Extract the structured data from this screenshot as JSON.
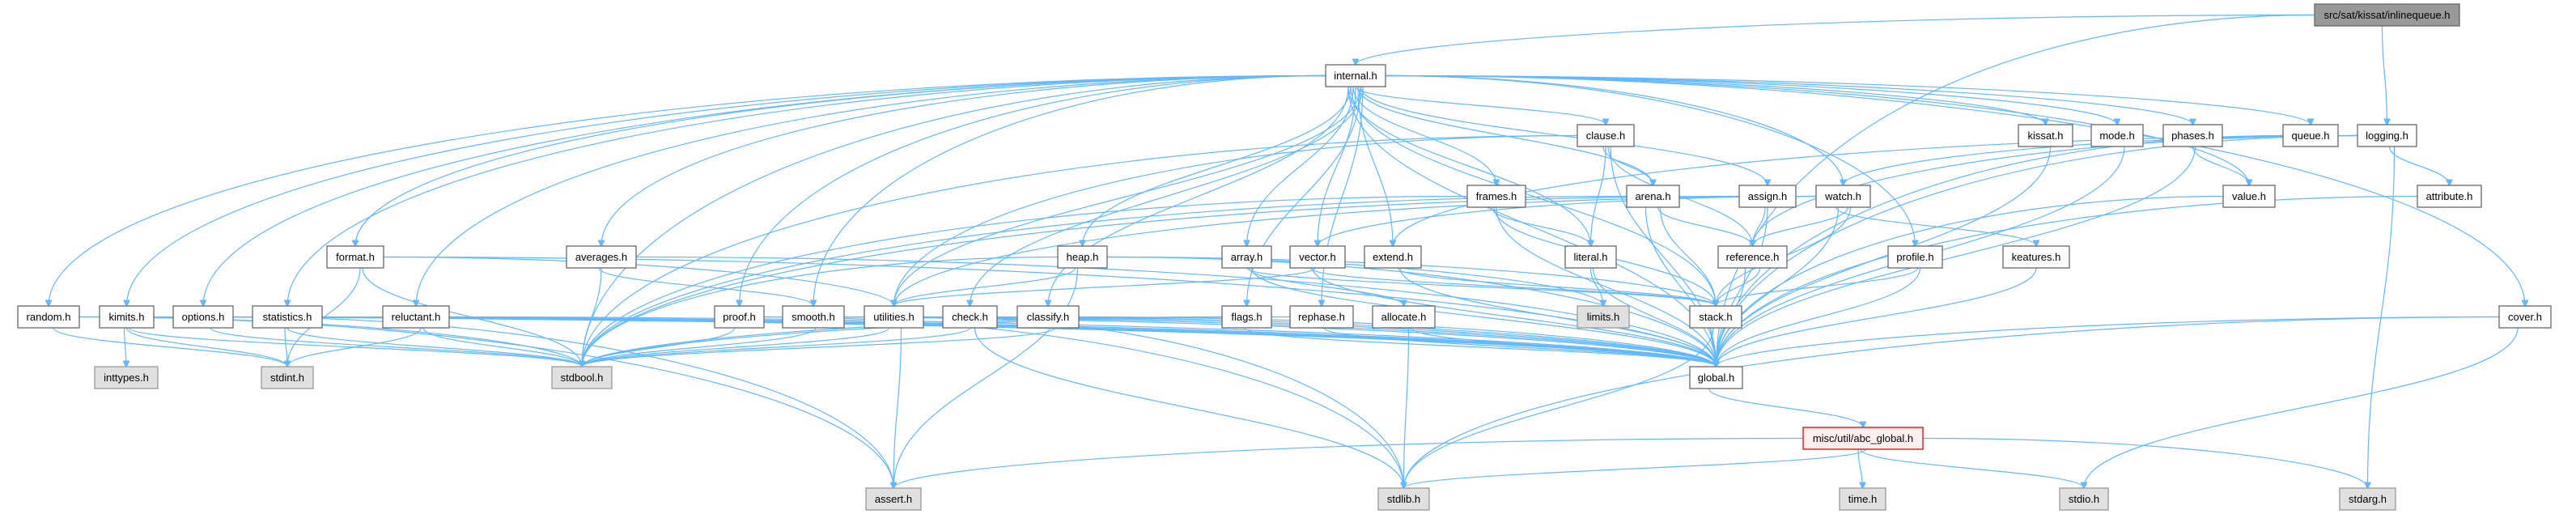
{
  "title": "src/sat/kissat/inlinequeue.h",
  "colors": {
    "edge": "#63b8ff",
    "root_fill": "#999999",
    "system_fill": "#e0e0e0",
    "highlight_border": "#ff0000"
  },
  "nodes": {
    "inlinequeue": {
      "label": "src/sat/kissat/inlinequeue.h",
      "kind": "root"
    },
    "internal": {
      "label": "internal.h",
      "kind": "local"
    },
    "clause": {
      "label": "clause.h",
      "kind": "local"
    },
    "kissat": {
      "label": "kissat.h",
      "kind": "local"
    },
    "mode": {
      "label": "mode.h",
      "kind": "local"
    },
    "phases": {
      "label": "phases.h",
      "kind": "local"
    },
    "queue": {
      "label": "queue.h",
      "kind": "local"
    },
    "logging": {
      "label": "logging.h",
      "kind": "local"
    },
    "frames": {
      "label": "frames.h",
      "kind": "local"
    },
    "arena": {
      "label": "arena.h",
      "kind": "local"
    },
    "assign": {
      "label": "assign.h",
      "kind": "local"
    },
    "watch": {
      "label": "watch.h",
      "kind": "local"
    },
    "value": {
      "label": "value.h",
      "kind": "local"
    },
    "attribute": {
      "label": "attribute.h",
      "kind": "local"
    },
    "format": {
      "label": "format.h",
      "kind": "local"
    },
    "averages": {
      "label": "averages.h",
      "kind": "local"
    },
    "heap": {
      "label": "heap.h",
      "kind": "local"
    },
    "array": {
      "label": "array.h",
      "kind": "local"
    },
    "vector": {
      "label": "vector.h",
      "kind": "local"
    },
    "extend": {
      "label": "extend.h",
      "kind": "local"
    },
    "literal": {
      "label": "literal.h",
      "kind": "local"
    },
    "reference": {
      "label": "reference.h",
      "kind": "local"
    },
    "profile": {
      "label": "profile.h",
      "kind": "local"
    },
    "keatures": {
      "label": "keatures.h",
      "kind": "local"
    },
    "random": {
      "label": "random.h",
      "kind": "local"
    },
    "kimits": {
      "label": "kimits.h",
      "kind": "local"
    },
    "options": {
      "label": "options.h",
      "kind": "local"
    },
    "statistics": {
      "label": "statistics.h",
      "kind": "local"
    },
    "reluctant": {
      "label": "reluctant.h",
      "kind": "local"
    },
    "proof": {
      "label": "proof.h",
      "kind": "local"
    },
    "smooth": {
      "label": "smooth.h",
      "kind": "local"
    },
    "utilities": {
      "label": "utilities.h",
      "kind": "local"
    },
    "check": {
      "label": "check.h",
      "kind": "local"
    },
    "classify": {
      "label": "classify.h",
      "kind": "local"
    },
    "flags": {
      "label": "flags.h",
      "kind": "local"
    },
    "rephase": {
      "label": "rephase.h",
      "kind": "local"
    },
    "allocate": {
      "label": "allocate.h",
      "kind": "local"
    },
    "limits": {
      "label": "limits.h",
      "kind": "system"
    },
    "stack": {
      "label": "stack.h",
      "kind": "local"
    },
    "cover": {
      "label": "cover.h",
      "kind": "local"
    },
    "inttypes": {
      "label": "inttypes.h",
      "kind": "system"
    },
    "stdint": {
      "label": "stdint.h",
      "kind": "system"
    },
    "stdbool": {
      "label": "stdbool.h",
      "kind": "system"
    },
    "global": {
      "label": "global.h",
      "kind": "local"
    },
    "abc_global": {
      "label": "misc/util/abc_global.h",
      "kind": "highlight"
    },
    "assert": {
      "label": "assert.h",
      "kind": "system"
    },
    "stdlib": {
      "label": "stdlib.h",
      "kind": "system"
    },
    "time": {
      "label": "time.h",
      "kind": "system"
    },
    "stdio": {
      "label": "stdio.h",
      "kind": "system"
    },
    "stdarg": {
      "label": "stdarg.h",
      "kind": "system"
    }
  },
  "edges": [
    [
      "inlinequeue",
      "internal"
    ],
    [
      "inlinequeue",
      "logging"
    ],
    [
      "inlinequeue",
      "global"
    ],
    [
      "internal",
      "random"
    ],
    [
      "internal",
      "kimits"
    ],
    [
      "internal",
      "options"
    ],
    [
      "internal",
      "statistics"
    ],
    [
      "internal",
      "format"
    ],
    [
      "internal",
      "reluctant"
    ],
    [
      "internal",
      "averages"
    ],
    [
      "internal",
      "proof"
    ],
    [
      "internal",
      "smooth"
    ],
    [
      "internal",
      "utilities"
    ],
    [
      "internal",
      "check"
    ],
    [
      "internal",
      "classify"
    ],
    [
      "internal",
      "heap"
    ],
    [
      "internal",
      "array"
    ],
    [
      "internal",
      "vector"
    ],
    [
      "internal",
      "extend"
    ],
    [
      "internal",
      "flags"
    ],
    [
      "internal",
      "rephase"
    ],
    [
      "internal",
      "literal"
    ],
    [
      "internal",
      "stack"
    ],
    [
      "internal",
      "frames"
    ],
    [
      "internal",
      "clause"
    ],
    [
      "internal",
      "arena"
    ],
    [
      "internal",
      "assign"
    ],
    [
      "internal",
      "watch"
    ],
    [
      "internal",
      "profile"
    ],
    [
      "internal",
      "kissat"
    ],
    [
      "internal",
      "mode"
    ],
    [
      "internal",
      "phases"
    ],
    [
      "internal",
      "queue"
    ],
    [
      "internal",
      "value"
    ],
    [
      "internal",
      "cover"
    ],
    [
      "internal",
      "global"
    ],
    [
      "internal",
      "stdbool"
    ],
    [
      "clause",
      "arena"
    ],
    [
      "clause",
      "literal"
    ],
    [
      "clause",
      "reference"
    ],
    [
      "clause",
      "global"
    ],
    [
      "clause",
      "stdbool"
    ],
    [
      "clause",
      "utilities"
    ],
    [
      "frames",
      "literal"
    ],
    [
      "frames",
      "stack"
    ],
    [
      "frames",
      "global"
    ],
    [
      "frames",
      "stdbool"
    ],
    [
      "arena",
      "reference"
    ],
    [
      "arena",
      "stack"
    ],
    [
      "arena",
      "global"
    ],
    [
      "arena",
      "stdbool"
    ],
    [
      "assign",
      "reference"
    ],
    [
      "assign",
      "global"
    ],
    [
      "assign",
      "stdbool"
    ],
    [
      "watch",
      "reference"
    ],
    [
      "watch",
      "stack"
    ],
    [
      "watch",
      "keatures"
    ],
    [
      "watch",
      "global"
    ],
    [
      "watch",
      "vector"
    ],
    [
      "watch",
      "utilities"
    ],
    [
      "logging",
      "attribute"
    ],
    [
      "logging",
      "global"
    ],
    [
      "logging",
      "stdarg"
    ],
    [
      "logging",
      "reference"
    ],
    [
      "logging",
      "watch"
    ],
    [
      "logging",
      "extend"
    ],
    [
      "phases",
      "value"
    ],
    [
      "phases",
      "global"
    ],
    [
      "kissat",
      "global"
    ],
    [
      "mode",
      "global"
    ],
    [
      "queue",
      "global"
    ],
    [
      "value",
      "global"
    ],
    [
      "attribute",
      "global"
    ],
    [
      "keatures",
      "global"
    ],
    [
      "profile",
      "stack"
    ],
    [
      "profile",
      "global"
    ],
    [
      "reference",
      "stack"
    ],
    [
      "reference",
      "global"
    ],
    [
      "stack",
      "global"
    ],
    [
      "stack",
      "stdlib"
    ],
    [
      "literal",
      "limits"
    ],
    [
      "literal",
      "global"
    ],
    [
      "extend",
      "stack"
    ],
    [
      "extend",
      "global"
    ],
    [
      "vector",
      "stack"
    ],
    [
      "vector",
      "global"
    ],
    [
      "vector",
      "utilities"
    ],
    [
      "array",
      "stack"
    ],
    [
      "array",
      "allocate"
    ],
    [
      "array",
      "global"
    ],
    [
      "heap",
      "stack"
    ],
    [
      "heap",
      "utilities"
    ],
    [
      "heap",
      "assert"
    ],
    [
      "heap",
      "stdbool"
    ],
    [
      "heap",
      "limits"
    ],
    [
      "heap",
      "global"
    ],
    [
      "format",
      "stdint"
    ],
    [
      "format",
      "stdbool"
    ],
    [
      "format",
      "global"
    ],
    [
      "format",
      "utilities"
    ],
    [
      "averages",
      "smooth"
    ],
    [
      "averages",
      "stdbool"
    ],
    [
      "averages",
      "global"
    ],
    [
      "random",
      "stdint"
    ],
    [
      "random",
      "stdbool"
    ],
    [
      "random",
      "global"
    ],
    [
      "random",
      "assert"
    ],
    [
      "kimits",
      "inttypes"
    ],
    [
      "kimits",
      "stdint"
    ],
    [
      "kimits",
      "stdbool"
    ],
    [
      "kimits",
      "global"
    ],
    [
      "options",
      "stdbool"
    ],
    [
      "options",
      "global"
    ],
    [
      "options",
      "assert"
    ],
    [
      "statistics",
      "stdint"
    ],
    [
      "statistics",
      "stdbool"
    ],
    [
      "statistics",
      "global"
    ],
    [
      "reluctant",
      "stdint"
    ],
    [
      "reluctant",
      "stdbool"
    ],
    [
      "reluctant",
      "global"
    ],
    [
      "proof",
      "stdbool"
    ],
    [
      "proof",
      "global"
    ],
    [
      "proof",
      "stdlib"
    ],
    [
      "smooth",
      "stdbool"
    ],
    [
      "smooth",
      "global"
    ],
    [
      "utilities",
      "assert"
    ],
    [
      "utilities",
      "stdlib"
    ],
    [
      "utilities",
      "stdbool"
    ],
    [
      "utilities",
      "global"
    ],
    [
      "check",
      "stdbool"
    ],
    [
      "check",
      "global"
    ],
    [
      "check",
      "stdlib"
    ],
    [
      "classify",
      "stdbool"
    ],
    [
      "classify",
      "global"
    ],
    [
      "flags",
      "stdbool"
    ],
    [
      "flags",
      "global"
    ],
    [
      "rephase",
      "stdbool"
    ],
    [
      "rephase",
      "global"
    ],
    [
      "allocate",
      "stdlib"
    ],
    [
      "allocate",
      "global"
    ],
    [
      "global",
      "abc_global"
    ],
    [
      "abc_global",
      "time"
    ],
    [
      "abc_global",
      "stdio"
    ],
    [
      "abc_global",
      "stdarg"
    ],
    [
      "abc_global",
      "stdlib"
    ],
    [
      "abc_global",
      "assert"
    ],
    [
      "cover",
      "global"
    ],
    [
      "cover",
      "stdio"
    ],
    [
      "cover",
      "stdlib"
    ]
  ]
}
